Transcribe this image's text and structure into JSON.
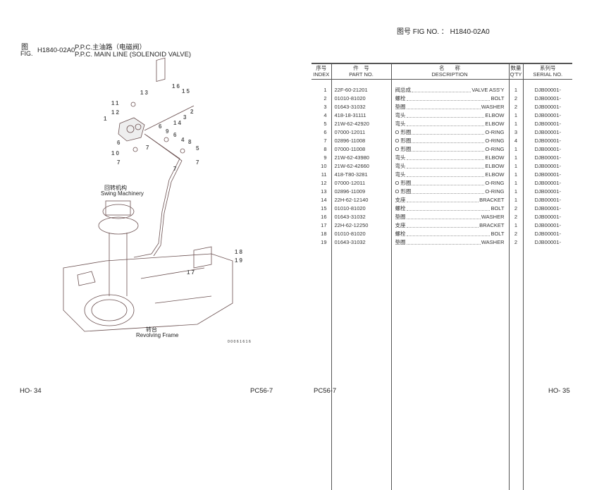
{
  "header_right": {
    "label": "图号 FIG NO. ：",
    "fig_no": "H1840-02A0"
  },
  "fig_block": {
    "label_cn": "图",
    "label_en": "FIG.",
    "fig_no": "H1840-02A0",
    "title_cn": "P.P.C.主油路（电磁阀）",
    "title_en": "P.P.C. MAIN LINE (SOLENOID VALVE)"
  },
  "table": {
    "headers": {
      "index_cn": "序号",
      "index_en": "INDEX",
      "part_cn": "件　号",
      "part_en": "PART NO.",
      "desc_cn": "名　　称",
      "desc_en": "DESCRIPTION",
      "qty_cn": "数量",
      "qty_en": "Q'TY",
      "serial_cn": "系列号",
      "serial_en": "SERIAL NO."
    },
    "rows": [
      {
        "index": "1",
        "part": "22F-60-21201",
        "cn": "阀总成",
        "en": "VALVE ASS'Y",
        "qty": "1",
        "serial": "DJB00001-"
      },
      {
        "index": "2",
        "part": "01010-81020",
        "cn": "螺栓",
        "en": "BOLT",
        "qty": "2",
        "serial": "DJB00001-"
      },
      {
        "index": "3",
        "part": "01643-31032",
        "cn": "垫圈",
        "en": "WASHER",
        "qty": "2",
        "serial": "DJB00001-"
      },
      {
        "index": "4",
        "part": "418-18-31111",
        "cn": "弯头",
        "en": "ELBOW",
        "qty": "1",
        "serial": "DJB00001-"
      },
      {
        "index": "5",
        "part": "21W-62-42920",
        "cn": "弯头",
        "en": "ELBOW",
        "qty": "1",
        "serial": "DJB00001-"
      },
      {
        "index": "6",
        "part": "07000-12011",
        "cn": "O 形圈",
        "en": "O-RING",
        "qty": "3",
        "serial": "DJB00001-"
      },
      {
        "index": "7",
        "part": "02896-11008",
        "cn": "O 形圈",
        "en": "O-RING",
        "qty": "4",
        "serial": "DJB00001-"
      },
      {
        "index": "8",
        "part": "07000-11008",
        "cn": "O 形圈",
        "en": "O-RING",
        "qty": "1",
        "serial": "DJB00001-"
      },
      {
        "index": "9",
        "part": "21W-62-43980",
        "cn": "弯头",
        "en": "ELBOW",
        "qty": "1",
        "serial": "DJB00001-"
      },
      {
        "index": "10",
        "part": "21W-62-42660",
        "cn": "弯头",
        "en": "ELBOW",
        "qty": "1",
        "serial": "DJB00001-"
      },
      {
        "index": "11",
        "part": "418-T80-3281",
        "cn": "弯头",
        "en": "ELBOW",
        "qty": "1",
        "serial": "DJB00001-"
      },
      {
        "index": "12",
        "part": "07000-12011",
        "cn": "O 形圈",
        "en": "O-RING",
        "qty": "1",
        "serial": "DJB00001-"
      },
      {
        "index": "13",
        "part": "02896-11009",
        "cn": "O 形圈",
        "en": "O-RING",
        "qty": "1",
        "serial": "DJB00001-"
      },
      {
        "index": "14",
        "part": "22H-62-12140",
        "cn": "支座",
        "en": "BRACKET",
        "qty": "1",
        "serial": "DJB00001-"
      },
      {
        "index": "15",
        "part": "01010-81020",
        "cn": "螺栓",
        "en": "BOLT",
        "qty": "2",
        "serial": "DJB00001-"
      },
      {
        "index": "16",
        "part": "01643-31032",
        "cn": "垫圈",
        "en": "WASHER",
        "qty": "2",
        "serial": "DJB00001-"
      },
      {
        "index": "17",
        "part": "22H-62-12250",
        "cn": "支座",
        "en": "BRACKET",
        "qty": "1",
        "serial": "DJB00001-"
      },
      {
        "index": "18",
        "part": "01010-81020",
        "cn": "螺栓",
        "en": "BOLT",
        "qty": "2",
        "serial": "DJB00001-"
      },
      {
        "index": "19",
        "part": "01643-31032",
        "cn": "垫圈",
        "en": "WASHER",
        "qty": "2",
        "serial": "DJB00001-"
      }
    ]
  },
  "diagram": {
    "callouts": [
      "13",
      "16",
      "15",
      "11",
      "12",
      "2",
      "3",
      "1",
      "14",
      "6",
      "9",
      "6",
      "4",
      "8",
      "5",
      "7",
      "6",
      "10",
      "7",
      "7",
      "7",
      "18",
      "19",
      "17"
    ],
    "swing_cn": "回转机构",
    "swing_en": "Swing Machinery",
    "frame_cn": "转台",
    "frame_en": "Revolving Frame",
    "code": "00061616"
  },
  "footer": {
    "left_page": "HO- 34",
    "left_model": "PC56-7",
    "right_model": "PC56-7",
    "right_page": "HO- 35"
  }
}
